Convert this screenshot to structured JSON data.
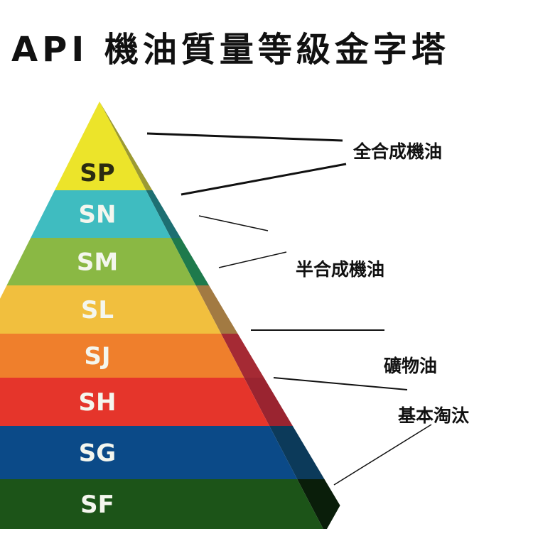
{
  "title": "API 機油質量等級金字塔",
  "levels": [
    {
      "code": "SP",
      "color": "#ece42a",
      "side": "#9c9a32",
      "text_color": "#2b2b12"
    },
    {
      "code": "SN",
      "color": "#3fbcc0",
      "side": "#1d6f72",
      "text_color": "#f4f6ee"
    },
    {
      "code": "SM",
      "color": "#8ab844",
      "side": "#1e7a4c",
      "text_color": "#f4f6ee"
    },
    {
      "code": "SL",
      "color": "#f1bf3e",
      "side": "#a27a42",
      "text_color": "#f4f6ee"
    },
    {
      "code": "SJ",
      "color": "#ef7f2c",
      "side": "#a52a34",
      "text_color": "#f4f6ee"
    },
    {
      "code": "SH",
      "color": "#e5352b",
      "side": "#9a2430",
      "text_color": "#f4f6ee"
    },
    {
      "code": "SG",
      "color": "#0b4a88",
      "side": "#0c3a5a",
      "text_color": "#f4f6ee"
    },
    {
      "code": "SF",
      "color": "#1c5418",
      "side": "#0a1e0a",
      "text_color": "#f4f6ee"
    }
  ],
  "categories": [
    {
      "label": "全合成機油"
    },
    {
      "label": "半合成機油"
    },
    {
      "label": "礦物油"
    },
    {
      "label": "基本淘汰"
    }
  ]
}
